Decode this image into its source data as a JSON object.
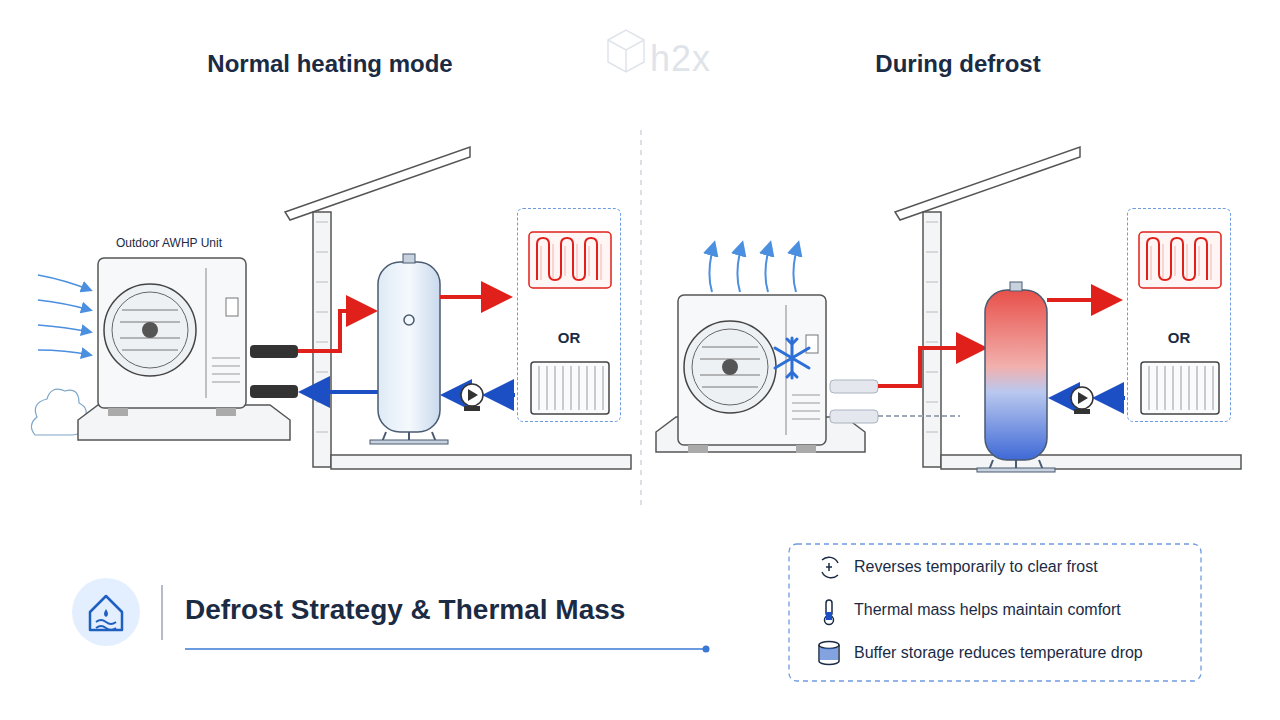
{
  "diagram": {
    "title": "Defrost Strategy & Thermal Mass",
    "nodes": [
      {
        "text": [
          "Outdoor AWHP Unit"
        ]
      },
      {
        "text": [
          "OR"
        ]
      },
      {
        "text": [
          "OR"
        ]
      }
    ],
    "labels": [
      "Normal heating mode",
      "During defrost",
      "h2x"
    ],
    "legend": [
      {
        "text": "Reverses temporarily to clear frost"
      },
      {
        "text": "Thermal mass helps maintain comfort"
      },
      {
        "text": "Buffer storage reduces temperature drop"
      }
    ]
  }
}
